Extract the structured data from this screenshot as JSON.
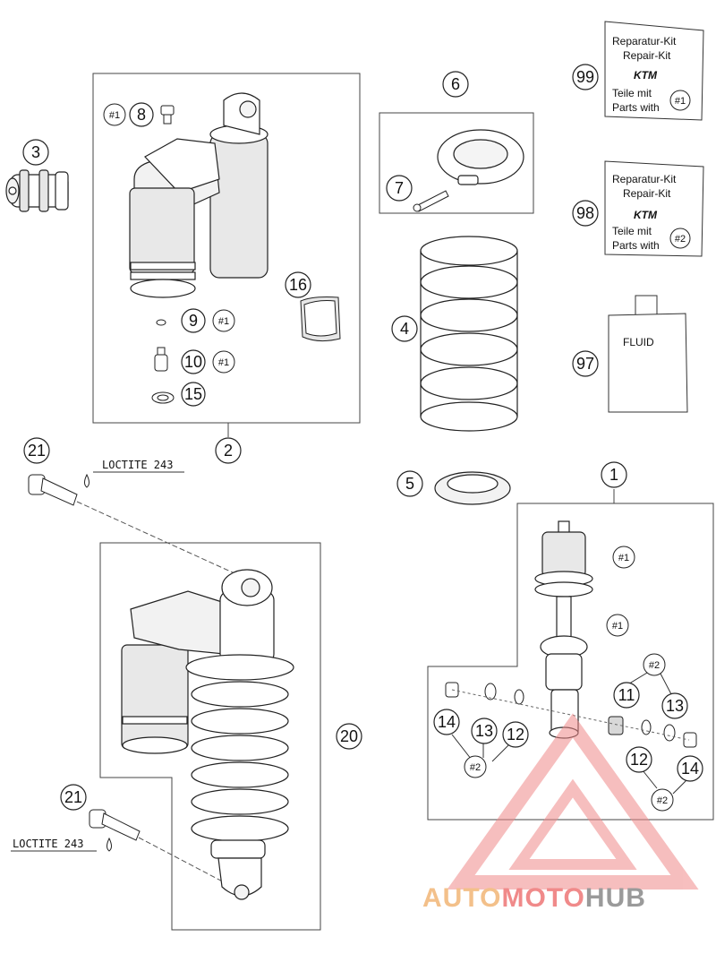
{
  "callouts": {
    "c1": "1",
    "c2": "2",
    "c3": "3",
    "c4": "4",
    "c5": "5",
    "c6": "6",
    "c7": "7",
    "c8": "8",
    "c9": "9",
    "c10": "10",
    "c11": "11",
    "c12a": "12",
    "c12b": "12",
    "c13a": "13",
    "c13b": "13",
    "c14a": "14",
    "c14b": "14",
    "c15": "15",
    "c16": "16",
    "c20": "20",
    "c21a": "21",
    "c21b": "21",
    "c97": "97",
    "c98": "98",
    "c99": "99"
  },
  "tags": {
    "k1_a": "#1",
    "k1_b": "#1",
    "k1_c": "#1",
    "k1_d": "#1",
    "k1_e": "#1",
    "k2_a": "#2",
    "k2_b": "#2",
    "k2_c": "#2"
  },
  "loctite": {
    "upper": "LOCTITE 243",
    "lower": "LOCTITE 243"
  },
  "kit99": {
    "line1": "Reparatur-Kit",
    "line2": "Repair-Kit",
    "logo": "KTM",
    "line3": "Teile mit",
    "line4": "Parts with",
    "tag": "#1"
  },
  "kit98": {
    "line1": "Reparatur-Kit",
    "line2": "Repair-Kit",
    "logo": "KTM",
    "line3": "Teile mit",
    "line4": "Parts with",
    "tag": "#2"
  },
  "fluid": {
    "label": "FLUID"
  },
  "watermark": {
    "part1": "AUTO",
    "part2": "MOTO",
    "part3": "HUB"
  },
  "colors": {
    "line": "#222222",
    "fill": "#ffffff",
    "shade": "#d9d9d9",
    "wm_orange": "#f3c08a",
    "wm_red": "#f08a8a",
    "wm_gray": "#9a9a9a"
  }
}
